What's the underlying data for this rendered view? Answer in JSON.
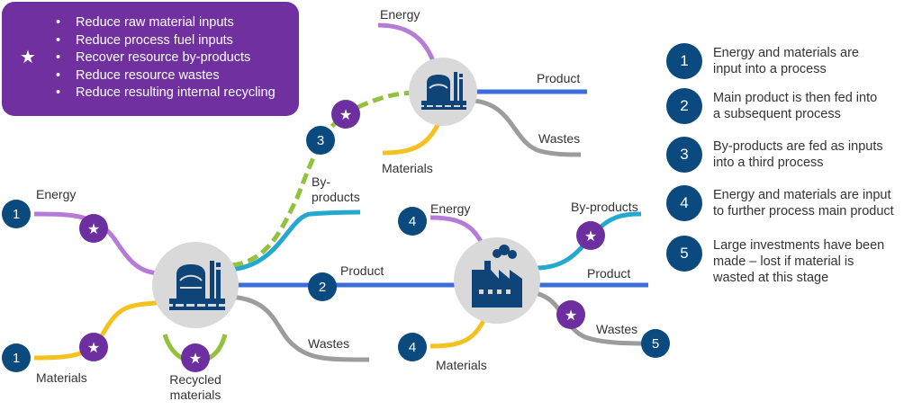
{
  "colors": {
    "energy": "#b57bd6",
    "materials": "#f5c11f",
    "byproducts": "#25a8cf",
    "product": "#3b6ed8",
    "wastes": "#9c9c9c",
    "recycled": "#93c13e",
    "star_badge": "#6d2fa0",
    "number_badge": "#0b4a7e",
    "process_node": "#d9d9d9"
  },
  "info_box": {
    "star_icon": "star-icon",
    "items": [
      "Reduce raw material inputs",
      "Reduce process fuel inputs",
      "Recover resource by-products",
      "Reduce resource wastes",
      "Reduce resulting internal recycling"
    ]
  },
  "labels": {
    "energy_left": "Energy",
    "materials_left": "Materials",
    "byproducts_left_1": "By-",
    "byproducts_left_2": "products",
    "product_mid": "Product",
    "wastes_left": "Wastes",
    "recycled_1": "Recycled",
    "recycled_2": "materials",
    "energy_top": "Energy",
    "product_top": "Product",
    "wastes_top": "Wastes",
    "materials_top": "Materials",
    "energy_right": "Energy",
    "byproducts_right": "By-products",
    "product_right": "Product",
    "wastes_right": "Wastes",
    "materials_right": "Materials"
  },
  "badges": {
    "energy_left": "1",
    "materials_left": "1",
    "product_mid": "2",
    "byproducts_mid": "3",
    "energy_right": "4",
    "materials_right": "4",
    "wastes_right": "5"
  },
  "legend": [
    {
      "num": "1",
      "line1": "Energy and materials are",
      "line2": "input into a process"
    },
    {
      "num": "2",
      "line1": "Main product is then fed into",
      "line2": "a subsequent process"
    },
    {
      "num": "3",
      "line1": "By-products are fed as inputs",
      "line2": "into a third process"
    },
    {
      "num": "4",
      "line1": "Energy and materials are input",
      "line2": "to further process main product"
    },
    {
      "num": "5",
      "line1": "Large investments have been",
      "line2": "made – lost if material is",
      "line3": "wasted at this stage"
    }
  ]
}
